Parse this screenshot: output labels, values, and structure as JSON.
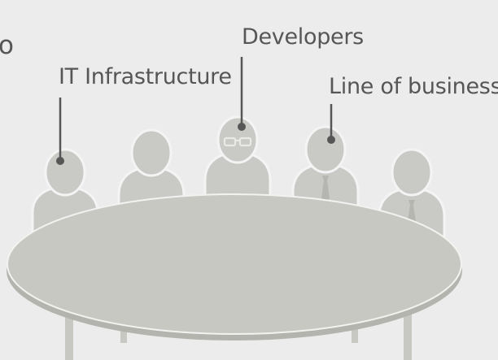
{
  "labels": {
    "cut_off": "o",
    "it_infrastructure": "IT Infrastructure",
    "developers": "Developers",
    "line_of_business": "Line of business"
  },
  "colors": {
    "background": "#ececec",
    "person": "#c9c9c6",
    "person_outline": "#f4f4f4",
    "table_top": "#c8c8c3",
    "table_edge": "#b4b4ae",
    "leader_line": "#565656",
    "text": "#565656"
  }
}
